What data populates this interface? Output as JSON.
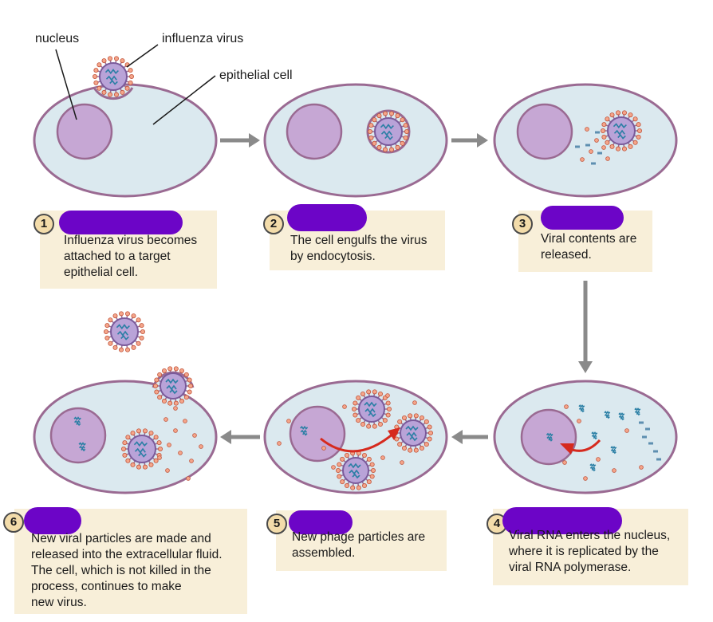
{
  "labels": {
    "nucleus": "nucleus",
    "virus": "influenza virus",
    "epithelial": "epithelial cell"
  },
  "steps": [
    {
      "number": "1",
      "text": "Influenza virus becomes\nattached to a target\nepithelial cell."
    },
    {
      "number": "2",
      "text": "The cell engulfs the virus\nby endocytosis."
    },
    {
      "number": "3",
      "text": "Viral contents are\nreleased."
    },
    {
      "number": "4",
      "text": "Viral RNA enters the nucleus,\nwhere it is replicated by the\nviral RNA polymerase."
    },
    {
      "number": "5",
      "text": "New phage particles are\nassembled."
    },
    {
      "number": "6",
      "text": "New viral particles are made and\nreleased into the extracellular fluid.\nThe cell, which is not killed in the\nprocess, continues to make\nnew virus."
    }
  ],
  "colors": {
    "cell_fill": "#dbe9ef",
    "membrane": "#9a6a92",
    "nucleus_fill": "#c6a7d4",
    "caption_bg": "#f8efd9",
    "arrow": "#8a8a8a",
    "red_arrow": "#d62a1e",
    "redaction": "#6c05c7"
  }
}
